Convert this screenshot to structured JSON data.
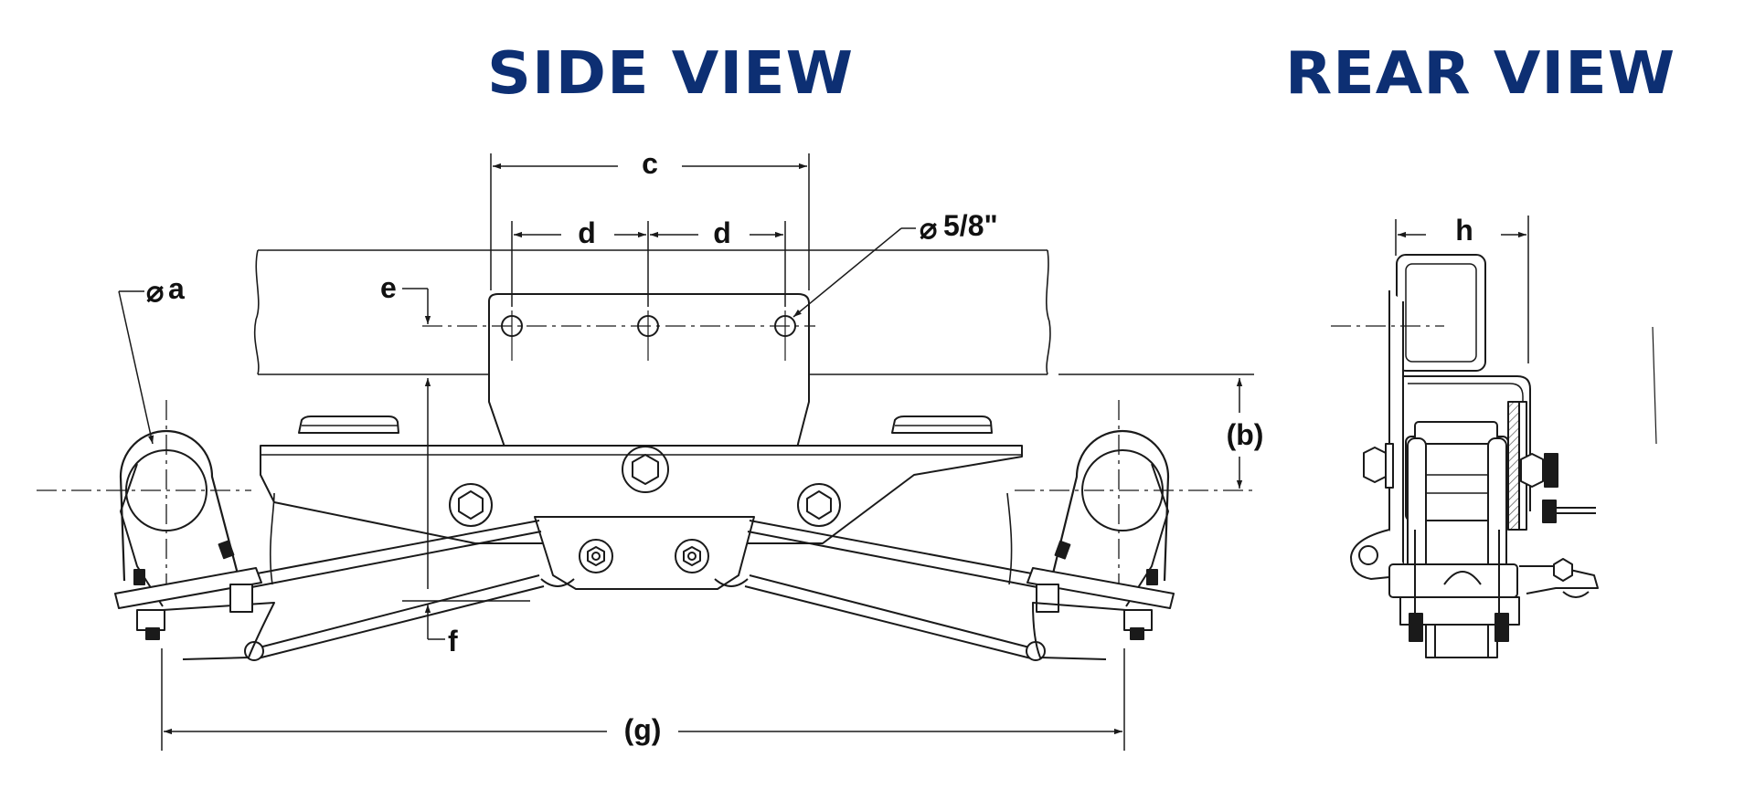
{
  "titles": {
    "side_view": "SIDE VIEW",
    "rear_view": "REAR VIEW"
  },
  "colors": {
    "title": "#0d2f73",
    "line": "#1a1a1a"
  },
  "dimension_labels": {
    "a": "a",
    "b": "(b)",
    "c": "c",
    "d_left": "d",
    "d_right": "d",
    "e": "e",
    "f": "f",
    "g": "(g)",
    "h": "h",
    "hole_size": "5/8\""
  },
  "symbols": {
    "diameter": "⌀"
  }
}
